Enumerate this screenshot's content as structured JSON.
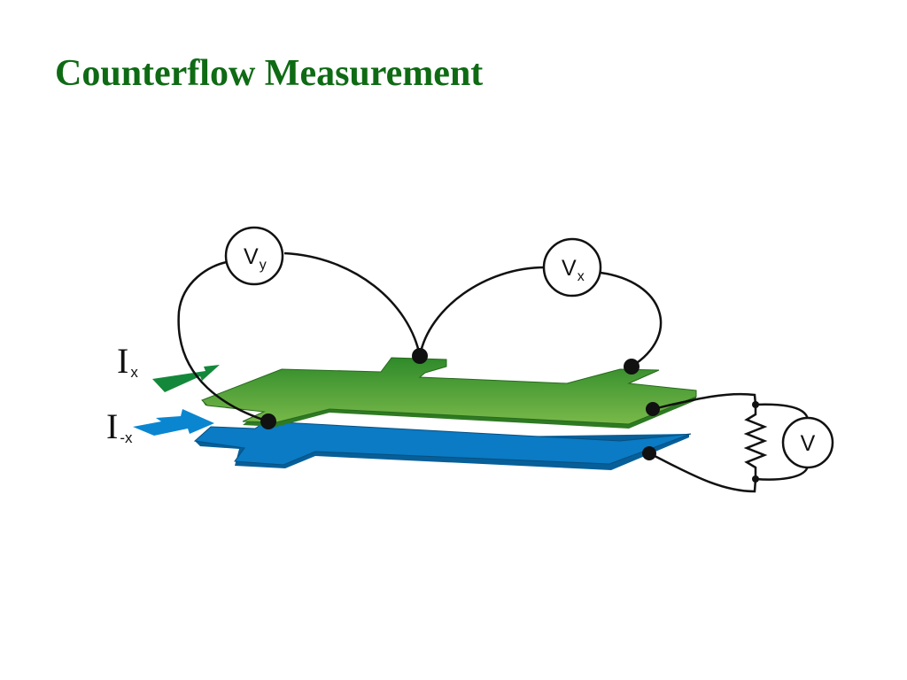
{
  "slide": {
    "title": "Counterflow Measurement"
  },
  "diagram": {
    "meters": {
      "vy": {
        "main": "V",
        "sub": "y"
      },
      "vx": {
        "main": "V",
        "sub": "x"
      },
      "v": {
        "main": "V"
      }
    },
    "currents": {
      "ix": {
        "main": "I",
        "sub": "x"
      },
      "i_x": {
        "main": "I",
        "sub": "-x"
      }
    },
    "colors": {
      "top_layer": "#3f9a2e",
      "top_layer_light": "#5dae3c",
      "top_layer_edge": "#2e7a22",
      "bottom_layer": "#0a7bc4",
      "bottom_layer_edge": "#075f99",
      "arrow_ix": "#14883a",
      "arrow_i_x": "#0a86d0",
      "wire": "#111111",
      "title": "#0e6b14"
    }
  }
}
